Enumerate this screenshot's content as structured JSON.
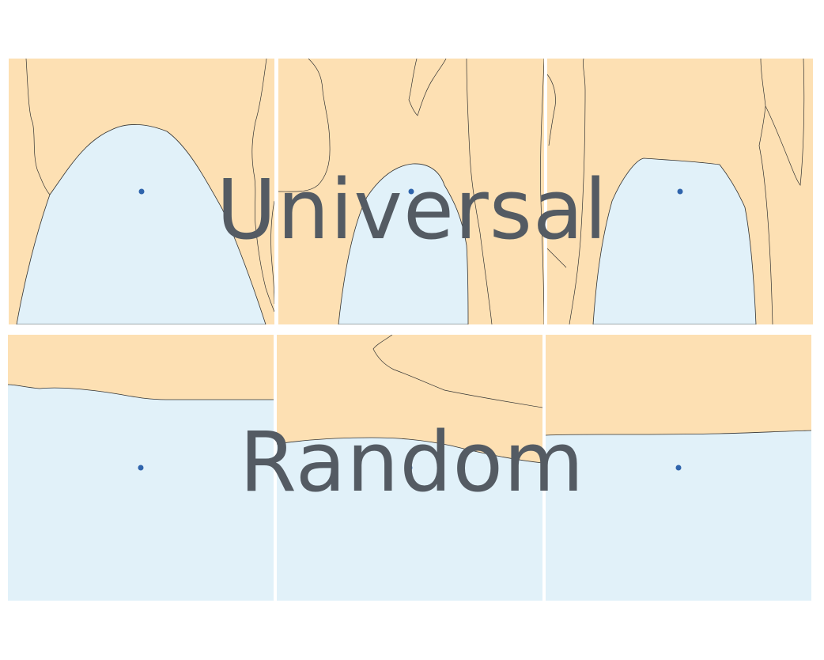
{
  "labels": {
    "top": "Universal",
    "bottom": "Random"
  },
  "colors": {
    "land": "#fde0b3",
    "water": "#e1f1f9",
    "outline": "#333333",
    "marker": "#2f64ac",
    "label": "#545b63",
    "background": "#ffffff"
  },
  "rows": [
    {
      "name": "universal",
      "panels": 3
    },
    {
      "name": "random",
      "panels": 3
    }
  ]
}
